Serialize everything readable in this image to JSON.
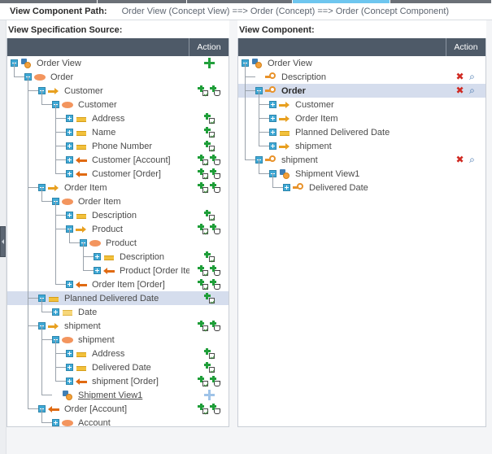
{
  "tabstrip": {
    "segments": [
      {
        "state": "plain",
        "width": 120
      },
      {
        "state": "plain",
        "width": 110
      },
      {
        "state": "plain",
        "width": 130
      },
      {
        "state": "active",
        "width": 120
      },
      {
        "state": "plain",
        "width": 125
      }
    ]
  },
  "pathbar": {
    "label": "View Component Path:",
    "value": "Order View (Concept View) ==> Order (Concept) ==> Order (Concept Component)"
  },
  "left_panel": {
    "title": "View Specification Source:",
    "action_header": "Action",
    "rows": [
      {
        "label": "Order View",
        "depth": 0,
        "toggle": "minus",
        "icon": "view",
        "actions": [
          "plus-big"
        ],
        "selected": false,
        "link": false,
        "bold": false
      },
      {
        "label": "Order",
        "depth": 1,
        "toggle": "minus",
        "icon": "concept",
        "actions": [],
        "selected": false,
        "link": false,
        "bold": false
      },
      {
        "label": "Customer",
        "depth": 2,
        "toggle": "minus",
        "icon": "rel-r",
        "actions": [
          "addsel",
          "addref"
        ],
        "selected": false,
        "link": false,
        "bold": false
      },
      {
        "label": "Customer",
        "depth": 3,
        "toggle": "minus",
        "icon": "concept",
        "actions": [],
        "selected": false,
        "link": false,
        "bold": false
      },
      {
        "label": "Address",
        "depth": 4,
        "toggle": "plus",
        "icon": "attr",
        "actions": [
          "addsel"
        ],
        "selected": false,
        "link": false,
        "bold": false
      },
      {
        "label": "Name",
        "depth": 4,
        "toggle": "plus",
        "icon": "attr",
        "actions": [
          "addsel"
        ],
        "selected": false,
        "link": false,
        "bold": false
      },
      {
        "label": "Phone Number",
        "depth": 4,
        "toggle": "plus",
        "icon": "attr",
        "actions": [
          "addsel"
        ],
        "selected": false,
        "link": false,
        "bold": false
      },
      {
        "label": "Customer [Account]",
        "depth": 4,
        "toggle": "plus",
        "icon": "rel-l",
        "actions": [
          "addsel",
          "addref"
        ],
        "selected": false,
        "link": false,
        "bold": false
      },
      {
        "label": "Customer [Order]",
        "depth": 4,
        "toggle": "plus",
        "icon": "rel-l",
        "actions": [
          "addsel",
          "addref"
        ],
        "selected": false,
        "link": false,
        "bold": false
      },
      {
        "label": "Order Item",
        "depth": 2,
        "toggle": "minus",
        "icon": "rel-r",
        "actions": [
          "addsel",
          "addref"
        ],
        "selected": false,
        "link": false,
        "bold": false
      },
      {
        "label": "Order Item",
        "depth": 3,
        "toggle": "minus",
        "icon": "concept",
        "actions": [],
        "selected": false,
        "link": false,
        "bold": false
      },
      {
        "label": "Description",
        "depth": 4,
        "toggle": "plus",
        "icon": "attr",
        "actions": [
          "addsel"
        ],
        "selected": false,
        "link": false,
        "bold": false
      },
      {
        "label": "Product",
        "depth": 4,
        "toggle": "minus",
        "icon": "rel-r",
        "actions": [
          "addsel",
          "addref"
        ],
        "selected": false,
        "link": false,
        "bold": false
      },
      {
        "label": "Product",
        "depth": 5,
        "toggle": "minus",
        "icon": "concept",
        "actions": [],
        "selected": false,
        "link": false,
        "bold": false
      },
      {
        "label": "Description",
        "depth": 6,
        "toggle": "plus",
        "icon": "attr",
        "actions": [
          "addsel"
        ],
        "selected": false,
        "link": false,
        "bold": false
      },
      {
        "label": "Product [Order Item]",
        "depth": 6,
        "toggle": "plus",
        "icon": "rel-l",
        "actions": [
          "addsel",
          "addref"
        ],
        "selected": false,
        "link": false,
        "bold": false
      },
      {
        "label": "Order Item [Order]",
        "depth": 4,
        "toggle": "plus",
        "icon": "rel-l",
        "actions": [
          "addsel",
          "addref"
        ],
        "selected": false,
        "link": false,
        "bold": false
      },
      {
        "label": "Planned Delivered Date",
        "depth": 2,
        "toggle": "minus",
        "icon": "attr",
        "actions": [
          "addsel"
        ],
        "selected": true,
        "link": false,
        "bold": false
      },
      {
        "label": "Date",
        "depth": 3,
        "toggle": "plus",
        "icon": "attr-light",
        "actions": [],
        "selected": false,
        "link": false,
        "bold": false
      },
      {
        "label": "shipment",
        "depth": 2,
        "toggle": "minus",
        "icon": "rel-r",
        "actions": [
          "addsel",
          "addref"
        ],
        "selected": false,
        "link": false,
        "bold": false
      },
      {
        "label": "shipment",
        "depth": 3,
        "toggle": "minus",
        "icon": "concept",
        "actions": [],
        "selected": false,
        "link": false,
        "bold": false
      },
      {
        "label": "Address",
        "depth": 4,
        "toggle": "plus",
        "icon": "attr",
        "actions": [
          "addsel"
        ],
        "selected": false,
        "link": false,
        "bold": false
      },
      {
        "label": "Delivered Date",
        "depth": 4,
        "toggle": "plus",
        "icon": "attr",
        "actions": [
          "addsel"
        ],
        "selected": false,
        "link": false,
        "bold": false
      },
      {
        "label": "shipment [Order]",
        "depth": 4,
        "toggle": "plus",
        "icon": "rel-l",
        "actions": [
          "addsel",
          "addref"
        ],
        "selected": false,
        "link": false,
        "bold": false
      },
      {
        "label": "Shipment View1",
        "depth": 3,
        "toggle": "none",
        "icon": "view",
        "actions": [
          "plus-light"
        ],
        "selected": false,
        "link": true,
        "bold": false
      },
      {
        "label": "Order [Account]",
        "depth": 2,
        "toggle": "minus",
        "icon": "rel-l",
        "actions": [
          "addsel",
          "addref"
        ],
        "selected": false,
        "link": false,
        "bold": false
      },
      {
        "label": "Account",
        "depth": 3,
        "toggle": "plus",
        "icon": "concept",
        "actions": [],
        "selected": false,
        "link": false,
        "bold": false
      }
    ]
  },
  "right_panel": {
    "title": "View Component:",
    "action_header": "Action",
    "delete_icon": "✖",
    "find_icon": "⌕",
    "rows": [
      {
        "label": "Order View",
        "depth": 0,
        "toggle": "minus",
        "icon": "view",
        "actions": [],
        "selected": false,
        "bold": false
      },
      {
        "label": "Description",
        "depth": 1,
        "toggle": "none",
        "icon": "vcomp",
        "actions": [
          "del",
          "find"
        ],
        "selected": false,
        "bold": false
      },
      {
        "label": "Order",
        "depth": 1,
        "toggle": "minus",
        "icon": "vcomp",
        "actions": [
          "del",
          "find"
        ],
        "selected": true,
        "bold": true
      },
      {
        "label": "Customer",
        "depth": 2,
        "toggle": "plus",
        "icon": "rel-r",
        "actions": [],
        "selected": false,
        "bold": false
      },
      {
        "label": "Order Item",
        "depth": 2,
        "toggle": "plus",
        "icon": "rel-r",
        "actions": [],
        "selected": false,
        "bold": false
      },
      {
        "label": "Planned Delivered Date",
        "depth": 2,
        "toggle": "plus",
        "icon": "attr",
        "actions": [],
        "selected": false,
        "bold": false
      },
      {
        "label": "shipment",
        "depth": 2,
        "toggle": "plus",
        "icon": "rel-r",
        "actions": [],
        "selected": false,
        "bold": false
      },
      {
        "label": "shipment",
        "depth": 1,
        "toggle": "minus",
        "icon": "vcomp",
        "actions": [
          "del",
          "find"
        ],
        "selected": false,
        "bold": false
      },
      {
        "label": "Shipment View1",
        "depth": 2,
        "toggle": "minus",
        "icon": "view",
        "actions": [],
        "selected": false,
        "bold": false
      },
      {
        "label": "Delivered Date",
        "depth": 3,
        "toggle": "plus",
        "icon": "vcomp",
        "actions": [],
        "selected": false,
        "bold": false
      }
    ]
  },
  "colors": {
    "header_bg": "#4e5a68",
    "selected_row": "#d5dded",
    "accent_tab": "#6ec6ef",
    "add_green": "#1f9e39",
    "delete_red": "#d02a22",
    "find_blue": "#3b6ea8",
    "concept_orange": "#f3955e",
    "attr_yellow": "#f2c13c"
  }
}
